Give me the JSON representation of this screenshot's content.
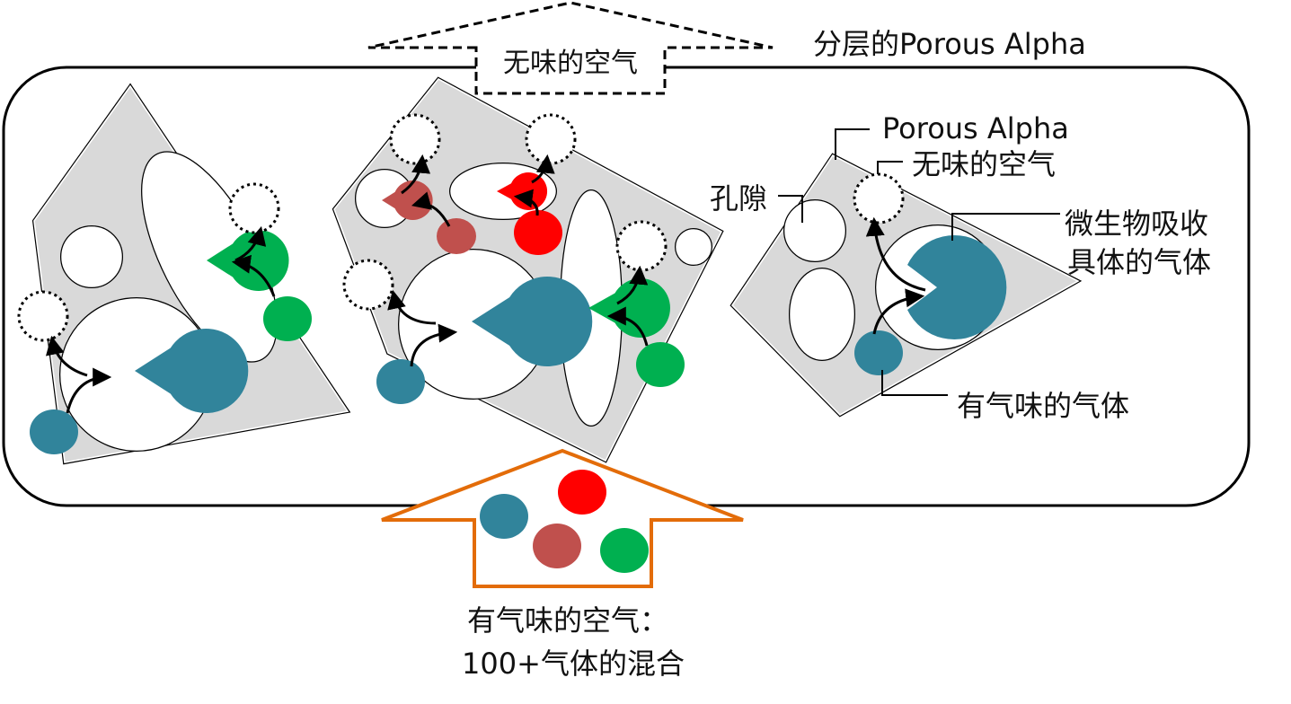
{
  "labels": {
    "layered_title": "分层的Porous Alpha",
    "clean_air_top": "无味的空气",
    "porous_alpha": "Porous Alpha",
    "clean_air_legend": "无味的空气",
    "pore": "孔隙",
    "microbe_line1": "微生物吸收",
    "microbe_line2": "具体的气体",
    "odorous_gas": "有气味的气体",
    "input_line1": "有气味的空气：",
    "input_line2": "100+气体的混合"
  },
  "colors": {
    "particle_gray": "#d9d9d9",
    "microbe_teal": "#31849b",
    "gas_red": "#ff0000",
    "gas_brown": "#c0504d",
    "gas_green": "#00b050",
    "input_arrow_orange": "#e36c09",
    "outline": "#000000"
  }
}
